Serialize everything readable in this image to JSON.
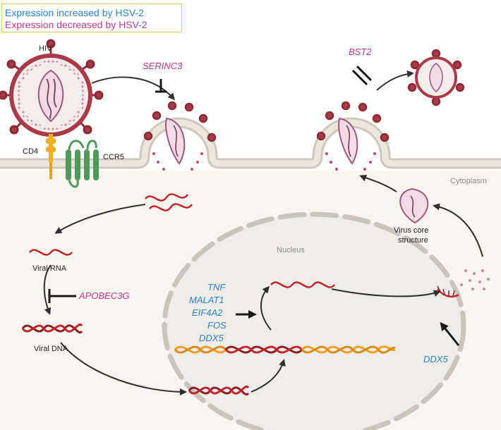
{
  "legend": {
    "increased": "Expression increased by HSV-2",
    "decreased": "Expression decreased by HSV-2"
  },
  "labels": {
    "hiv": "HIV",
    "cd4": "CD4",
    "ccr5": "CCR5",
    "cytoplasm": "Cytoplasm",
    "nucleus": "Nucleus",
    "viral_rna": "Viral RNA",
    "viral_dna": "Viral DNA",
    "virus_core_line1": "Virus core",
    "virus_core_line2": "structure"
  },
  "genes": {
    "serinc3": "SERINC3",
    "bst2": "BST2",
    "apobec3g": "APOBEC3G",
    "tnf": "TNF",
    "malat1": "MALAT1",
    "eif4a2": "EIF4A2",
    "fos": "FOS",
    "ddx5_nucleus": "DDX5",
    "ddx5_cytoplasm": "DDX5"
  },
  "colors": {
    "increased": "#2f7fd0",
    "decreased": "#c43b8e",
    "membrane": "#d9d3c7",
    "cytoplasm": "#f8f5ee",
    "nucleus": "#efedea",
    "virus": "#a83a49",
    "rna": "#b8222a",
    "dna_gene": "#f2a020",
    "receptor_cd4": "#f0b020",
    "receptor_ccr5": "#4f9a5a"
  }
}
